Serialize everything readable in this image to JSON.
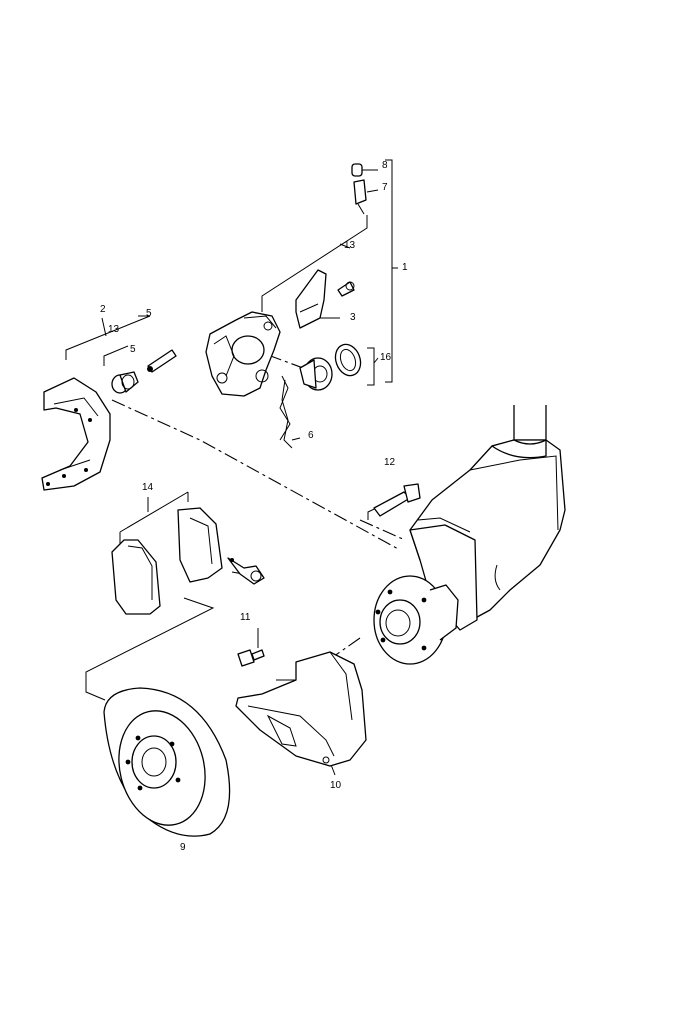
{
  "diagram": {
    "callouts": [
      {
        "id": "c1",
        "text": "1"
      },
      {
        "id": "c2",
        "text": "2"
      },
      {
        "id": "c3",
        "text": "3"
      },
      {
        "id": "c5a",
        "text": "5"
      },
      {
        "id": "c5b",
        "text": "5"
      },
      {
        "id": "c6",
        "text": "6"
      },
      {
        "id": "c7",
        "text": "7"
      },
      {
        "id": "c8",
        "text": "8"
      },
      {
        "id": "c9",
        "text": "9"
      },
      {
        "id": "c10",
        "text": "10"
      },
      {
        "id": "c11",
        "text": "11"
      },
      {
        "id": "c12",
        "text": "12"
      },
      {
        "id": "c13a",
        "text": "13"
      },
      {
        "id": "c13b",
        "text": "13"
      },
      {
        "id": "c14",
        "text": "14"
      },
      {
        "id": "c16",
        "text": "16"
      }
    ]
  }
}
